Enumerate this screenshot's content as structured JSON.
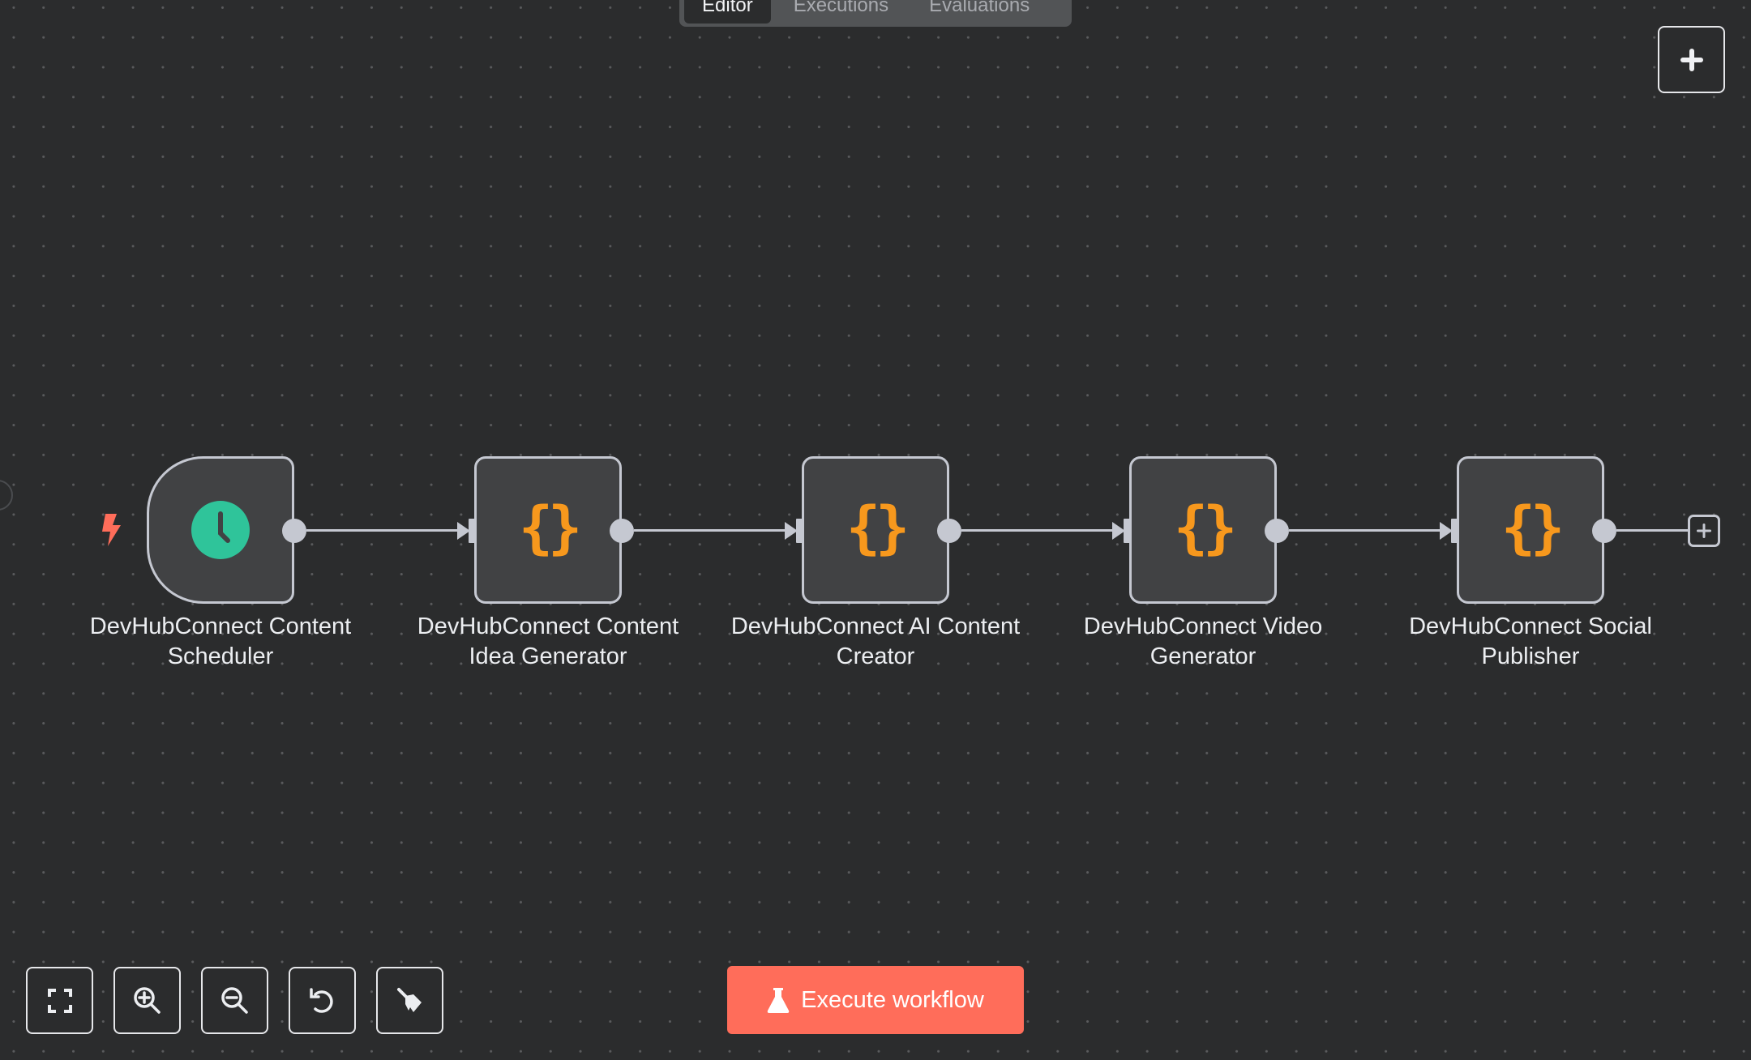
{
  "tabs": [
    {
      "label": "Editor",
      "active": true
    },
    {
      "label": "Executions",
      "active": false
    },
    {
      "label": "Evaluations",
      "active": false
    }
  ],
  "canvas": {
    "add_node_icon": "plus-icon",
    "nodes": [
      {
        "label": "DevHubConnect Content Scheduler",
        "type": "trigger",
        "icon": "clock-icon",
        "icon_color": "#2fc49a"
      },
      {
        "label": "DevHubConnect Content Idea Generator",
        "type": "code",
        "icon": "braces-icon",
        "icon_color": "#f7981d"
      },
      {
        "label": "DevHubConnect AI Content Creator",
        "type": "code",
        "icon": "braces-icon",
        "icon_color": "#f7981d"
      },
      {
        "label": "DevHubConnect Video Generator",
        "type": "code",
        "icon": "braces-icon",
        "icon_color": "#f7981d"
      },
      {
        "label": "DevHubConnect Social Publisher",
        "type": "code",
        "icon": "braces-icon",
        "icon_color": "#f7981d"
      }
    ],
    "braces_glyph": "{}",
    "trigger_marker_icon": "lightning-bolt-icon",
    "trigger_marker_color": "#ff6d5a"
  },
  "controls": [
    {
      "name": "fit-view",
      "icon": "fullscreen-icon"
    },
    {
      "name": "zoom-in",
      "icon": "zoom-in-icon"
    },
    {
      "name": "zoom-out",
      "icon": "zoom-out-icon"
    },
    {
      "name": "reset-zoom",
      "icon": "undo-icon"
    },
    {
      "name": "tidy-up",
      "icon": "broom-icon"
    }
  ],
  "execute": {
    "label": "Execute workflow",
    "icon": "flask-icon",
    "color": "#ff6d5a"
  },
  "colors": {
    "background": "#2b2c2d",
    "node_fill": "#414244",
    "node_border": "#c5c8d1",
    "accent": "#ff6d5a"
  }
}
